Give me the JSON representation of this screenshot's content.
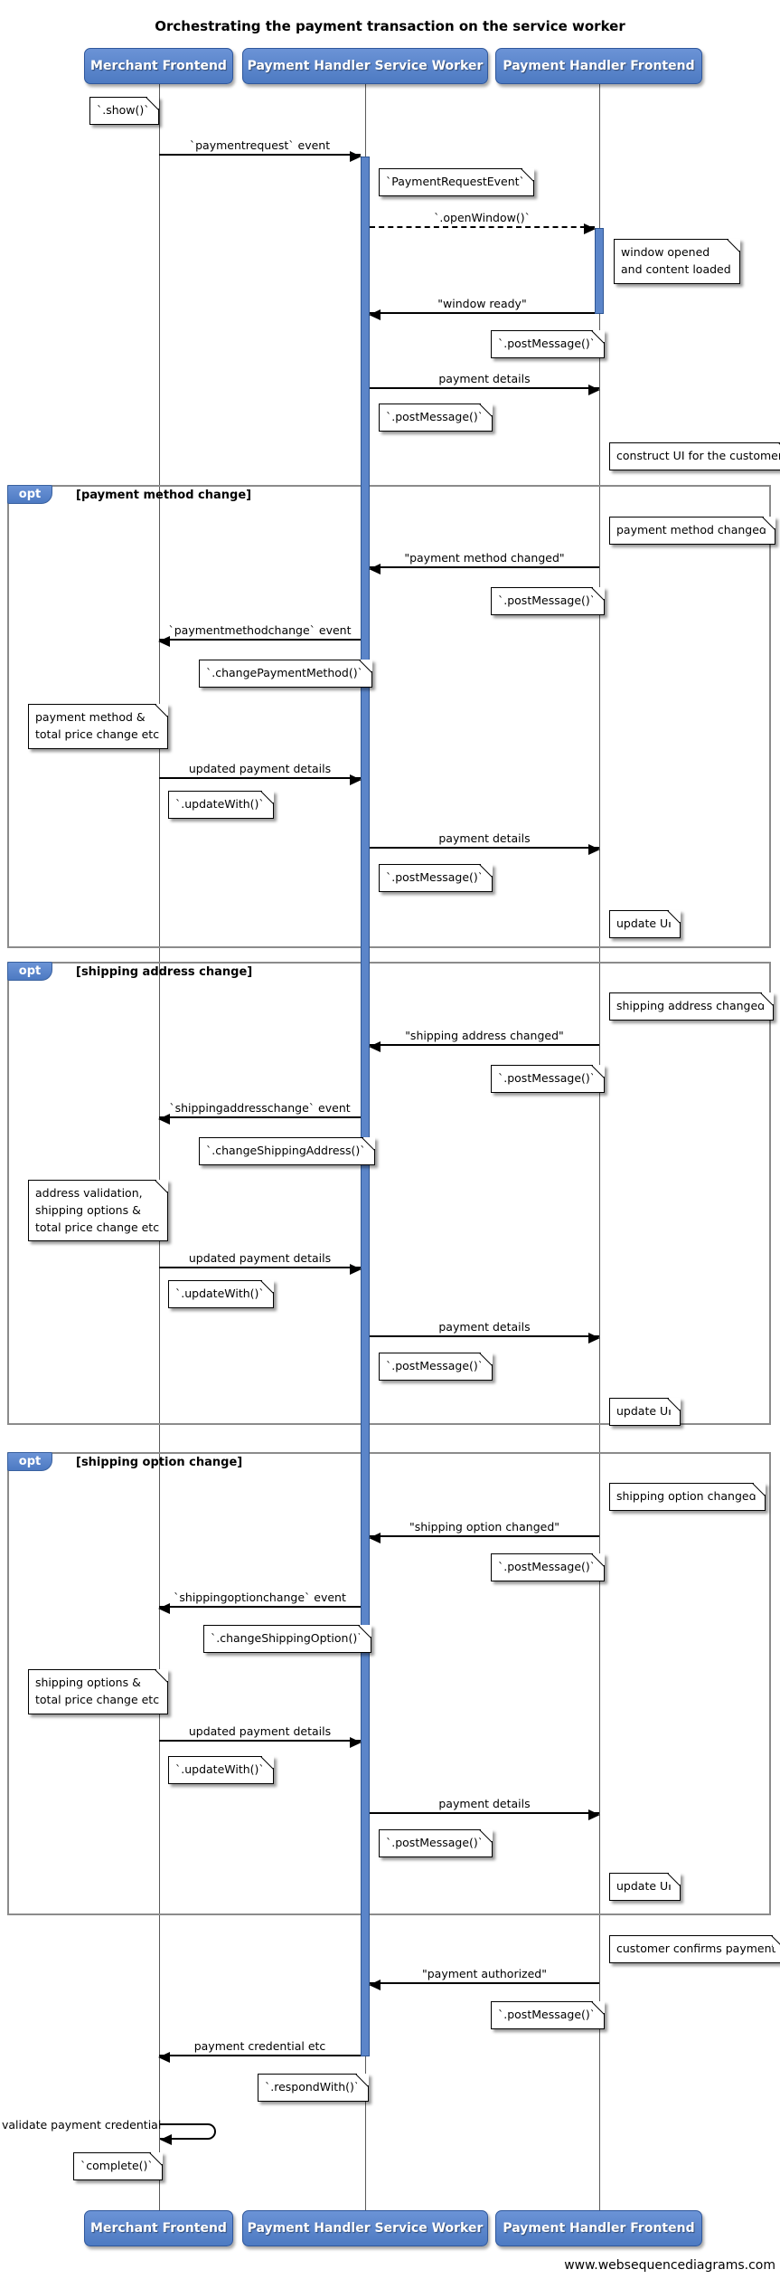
{
  "title": "Orchestrating the payment transaction on the service worker",
  "watermark": "www.websequencediagrams.com",
  "actors": [
    {
      "label": "Merchant Frontend"
    },
    {
      "label": "Payment Handler Service Worker"
    },
    {
      "label": "Payment Handler Frontend"
    }
  ],
  "fragments": [
    {
      "keyword": "opt",
      "condition": "[payment method change]"
    },
    {
      "keyword": "opt",
      "condition": "[shipping address change]"
    },
    {
      "keyword": "opt",
      "condition": "[shipping option change]"
    }
  ],
  "messages": [
    {
      "label": "`paymentrequest` event",
      "from": "Merchant Frontend",
      "to": "Payment Handler Service Worker",
      "style": "solid"
    },
    {
      "label": "`.openWindow()`",
      "from": "Payment Handler Service Worker",
      "to": "Payment Handler Frontend",
      "style": "dashed"
    },
    {
      "label": "\"window ready\"",
      "from": "Payment Handler Frontend",
      "to": "Payment Handler Service Worker",
      "style": "solid"
    },
    {
      "label": "payment details",
      "from": "Payment Handler Service Worker",
      "to": "Payment Handler Frontend",
      "style": "solid"
    },
    {
      "label": "\"payment method changed\"",
      "from": "Payment Handler Frontend",
      "to": "Payment Handler Service Worker",
      "style": "solid"
    },
    {
      "label": "`paymentmethodchange` event",
      "from": "Payment Handler Service Worker",
      "to": "Merchant Frontend",
      "style": "solid"
    },
    {
      "label": "updated payment details",
      "from": "Merchant Frontend",
      "to": "Payment Handler Service Worker",
      "style": "solid"
    },
    {
      "label": "payment details",
      "from": "Payment Handler Service Worker",
      "to": "Payment Handler Frontend",
      "style": "solid"
    },
    {
      "label": "\"shipping address changed\"",
      "from": "Payment Handler Frontend",
      "to": "Payment Handler Service Worker",
      "style": "solid"
    },
    {
      "label": "`shippingaddresschange` event",
      "from": "Payment Handler Service Worker",
      "to": "Merchant Frontend",
      "style": "solid"
    },
    {
      "label": "updated payment details",
      "from": "Merchant Frontend",
      "to": "Payment Handler Service Worker",
      "style": "solid"
    },
    {
      "label": "payment details",
      "from": "Payment Handler Service Worker",
      "to": "Payment Handler Frontend",
      "style": "solid"
    },
    {
      "label": "\"shipping option changed\"",
      "from": "Payment Handler Frontend",
      "to": "Payment Handler Service Worker",
      "style": "solid"
    },
    {
      "label": "`shippingoptionchange` event",
      "from": "Payment Handler Service Worker",
      "to": "Merchant Frontend",
      "style": "solid"
    },
    {
      "label": "updated payment details",
      "from": "Merchant Frontend",
      "to": "Payment Handler Service Worker",
      "style": "solid"
    },
    {
      "label": "payment details",
      "from": "Payment Handler Service Worker",
      "to": "Payment Handler Frontend",
      "style": "solid"
    },
    {
      "label": "\"payment authorized\"",
      "from": "Payment Handler Frontend",
      "to": "Payment Handler Service Worker",
      "style": "solid"
    },
    {
      "label": "payment credential etc",
      "from": "Payment Handler Service Worker",
      "to": "Merchant Frontend",
      "style": "solid"
    },
    {
      "label": "validate payment credential",
      "from": "Merchant Frontend",
      "to": "Merchant Frontend",
      "style": "self"
    }
  ],
  "notes": [
    {
      "text": "`.show()`"
    },
    {
      "text": "`PaymentRequestEvent`"
    },
    {
      "text": "window opened\nand content loaded"
    },
    {
      "text": "`.postMessage()`"
    },
    {
      "text": "`.postMessage()`"
    },
    {
      "text": "construct UI for the customer"
    },
    {
      "text": "payment method changed"
    },
    {
      "text": "`.postMessage()`"
    },
    {
      "text": "`.changePaymentMethod()`"
    },
    {
      "text": "payment method &\ntotal price change etc"
    },
    {
      "text": "`.updateWith()`"
    },
    {
      "text": "`.postMessage()`"
    },
    {
      "text": "update UI"
    },
    {
      "text": "shipping address changed"
    },
    {
      "text": "`.postMessage()`"
    },
    {
      "text": "`.changeShippingAddress()`"
    },
    {
      "text": "address validation,\nshipping options &\ntotal price change etc"
    },
    {
      "text": "`.updateWith()`"
    },
    {
      "text": "`.postMessage()`"
    },
    {
      "text": "update UI"
    },
    {
      "text": "shipping option changed"
    },
    {
      "text": "`.postMessage()`"
    },
    {
      "text": "`.changeShippingOption()`"
    },
    {
      "text": "shipping options &\ntotal price change etc"
    },
    {
      "text": "`.updateWith()`"
    },
    {
      "text": "`.postMessage()`"
    },
    {
      "text": "update UI"
    },
    {
      "text": "customer confirms payment"
    },
    {
      "text": "`.postMessage()`"
    },
    {
      "text": "`.respondWith()`"
    },
    {
      "text": "`complete()`"
    }
  ],
  "colors": {
    "actor_fill": "#4d7ac2",
    "actor_border": "#2f579b",
    "activation_fill": "#5b85c9",
    "activation_border": "#2e5694",
    "fragment_border": "#8b8b8b",
    "lifeline": "#5a5a5a",
    "note_fill": "#ffffff",
    "text": "#000000"
  }
}
